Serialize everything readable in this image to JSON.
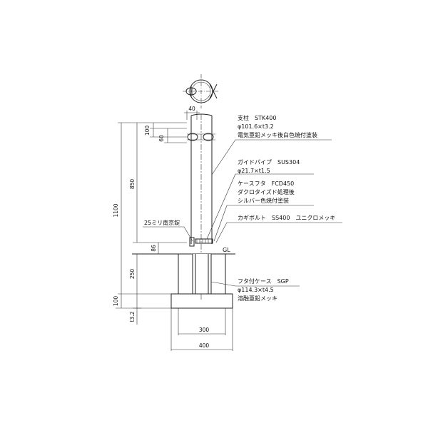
{
  "dimensions": {
    "d40": "40",
    "d100_top": "100",
    "d60": "60",
    "d850": "850",
    "d1100": "1100",
    "d86": "86",
    "d250": "250",
    "d100_base": "100",
    "d3_2": "t3.2",
    "w300": "300",
    "w400": "400"
  },
  "labels": {
    "pillar_title": "支柱　STK400",
    "pillar_spec": "φ101.6×t3.2",
    "pillar_finish": "電気亜鉛メッキ後白色焼付塗装",
    "guide_title": "ガイドパイプ　SUS304",
    "guide_spec": "φ21.7×t1.5",
    "cap_title": "ケースフタ　FCD450",
    "cap_finish1": "ダクロタイズド処理後",
    "cap_finish2": "シルバー色焼付塗装",
    "key_title": "カギボルト　SS400　ユニクロメッキ",
    "lock": "25ミリ南京錠",
    "gl": "GL",
    "case_title": "フタ付ケース　SGP",
    "case_spec": "φ114.3×t4.5",
    "case_finish": "溶融亜鉛メッキ"
  }
}
